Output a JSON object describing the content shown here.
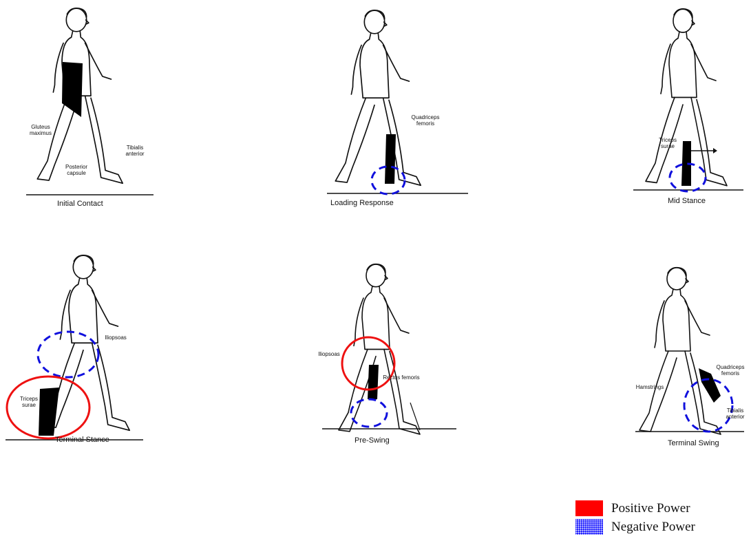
{
  "phases": [
    {
      "caption": "Initial Contact",
      "labels": [
        "Gluteus\nmaximus",
        "Tibialis\nanterior",
        "Posterior\ncapsule"
      ],
      "highlights": []
    },
    {
      "caption": "Loading Response",
      "labels": [
        "Quadriceps\nfemoris"
      ],
      "highlights": [
        "negative"
      ]
    },
    {
      "caption": "Mid Stance",
      "labels": [
        "Triceps\nsurae"
      ],
      "highlights": [
        "negative"
      ]
    },
    {
      "caption": "Terminal Stance",
      "labels": [
        "Iliopsoas",
        "Triceps\nsurae"
      ],
      "highlights": [
        "negative",
        "positive"
      ]
    },
    {
      "caption": "Pre-Swing",
      "labels": [
        "Iliopsoas",
        "Rectus femoris"
      ],
      "highlights": [
        "positive",
        "negative"
      ]
    },
    {
      "caption": "Terminal Swing",
      "labels": [
        "Quadriceps\nfemoris",
        "Hamstrings",
        "Tibialis\nanterior"
      ],
      "highlights": [
        "negative"
      ]
    }
  ],
  "legend": {
    "positive": {
      "label": "Positive Power",
      "color": "#ff0000"
    },
    "negative": {
      "label": "Negative Power",
      "color": "#1a1aff"
    }
  }
}
